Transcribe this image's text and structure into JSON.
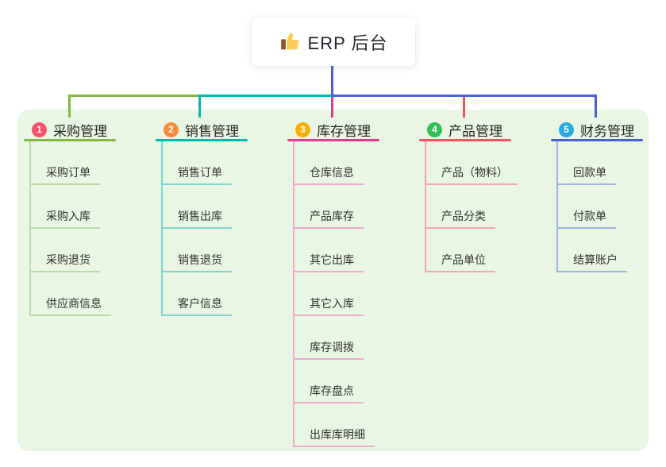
{
  "root": {
    "title": "ERP 后台",
    "icon": "thumbs-up-icon"
  },
  "branches": [
    {
      "index": "1",
      "title": "采购管理",
      "color": "#82ba40",
      "light_color": "#b9dc9e",
      "badge_color": "#f4516c",
      "items": [
        "采购订单",
        "采购入库",
        "采购退货",
        "供应商信息"
      ]
    },
    {
      "index": "2",
      "title": "销售管理",
      "color": "#00b8ad",
      "light_color": "#7fd6ce",
      "badge_color": "#fb8a3c",
      "items": [
        "销售订单",
        "销售出库",
        "销售退货",
        "客户信息"
      ]
    },
    {
      "index": "3",
      "title": "库存管理",
      "color": "#e23a92",
      "light_color": "#f2a7d0",
      "badge_color": "#f9b005",
      "items": [
        "仓库信息",
        "产品库存",
        "其它出库",
        "其它入库",
        "库存调拨",
        "库存盘点",
        "出库库明细"
      ]
    },
    {
      "index": "4",
      "title": "产品管理",
      "color": "#f4515c",
      "light_color": "#f7a8ad",
      "badge_color": "#2fc157",
      "items": [
        "产品（物料）",
        "产品分类",
        "产品单位"
      ]
    },
    {
      "index": "5",
      "title": "财务管理",
      "color": "#4a5fd0",
      "light_color": "#9fb4e4",
      "badge_color": "#2aaae2",
      "items": [
        "回款单",
        "付款单",
        "结算账户"
      ]
    }
  ],
  "colors": {
    "panel_background": "#e8f6e3",
    "root_connector": "#4a5fd0",
    "title_text": "#262626",
    "item_text": "#333333"
  }
}
